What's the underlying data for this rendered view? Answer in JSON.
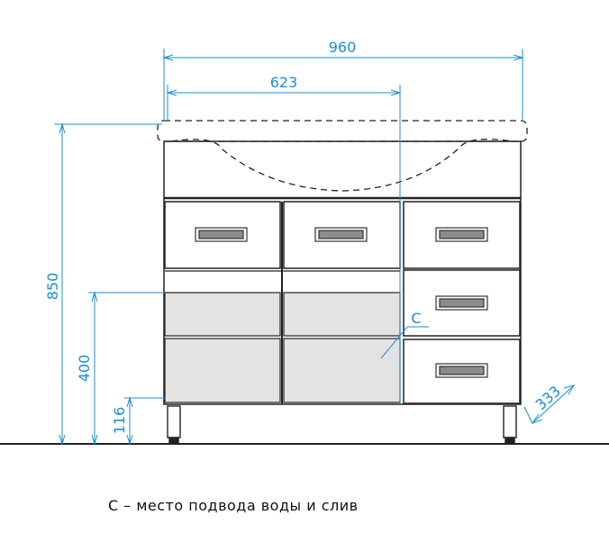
{
  "dimensions": {
    "total_width": "960",
    "sink_width": "623",
    "total_height": "850",
    "door_height": "400",
    "leg_height": "116",
    "depth": "333"
  },
  "callout": {
    "label": "C"
  },
  "legend": {
    "text": "С – место подвода воды и слив"
  },
  "colors": {
    "dimension_line": "#1a8fd8",
    "outline": "#222222",
    "door_panel": "#e3e3e3",
    "handle": "#8c8c8c"
  }
}
